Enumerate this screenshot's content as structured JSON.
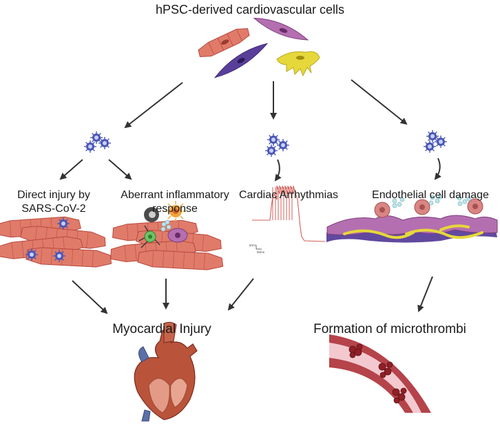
{
  "diagram": {
    "title": "hPSC-derived cardiovascular cells",
    "branches": {
      "direct_injury": "Direct injury by\nSARS-CoV-2",
      "inflammatory": "Aberrant inflammatory\nresponse",
      "arrhythmia": "Cardiac Arrhythmias",
      "endothelial": "Endothelial cell damage"
    },
    "outcomes": {
      "myocardial": "Myocardial Injury",
      "microthrombi": "Formation of microthrombi"
    },
    "trace_scale": {
      "voltage": "5mV",
      "time": "50ms"
    },
    "colors": {
      "cardiomyocyte": "#e07b6a",
      "cardiomyocyte_dark": "#b8483c",
      "fibroblast": "#b46fb0",
      "endothelial": "#5a3f9a",
      "smooth_muscle": "#e6d83a",
      "virus": "#4a56b6",
      "arrow": "#333333",
      "vessel_wall": "#b5434a",
      "vessel_lumen": "#f3c9cf",
      "trace": "#d0605a"
    }
  }
}
